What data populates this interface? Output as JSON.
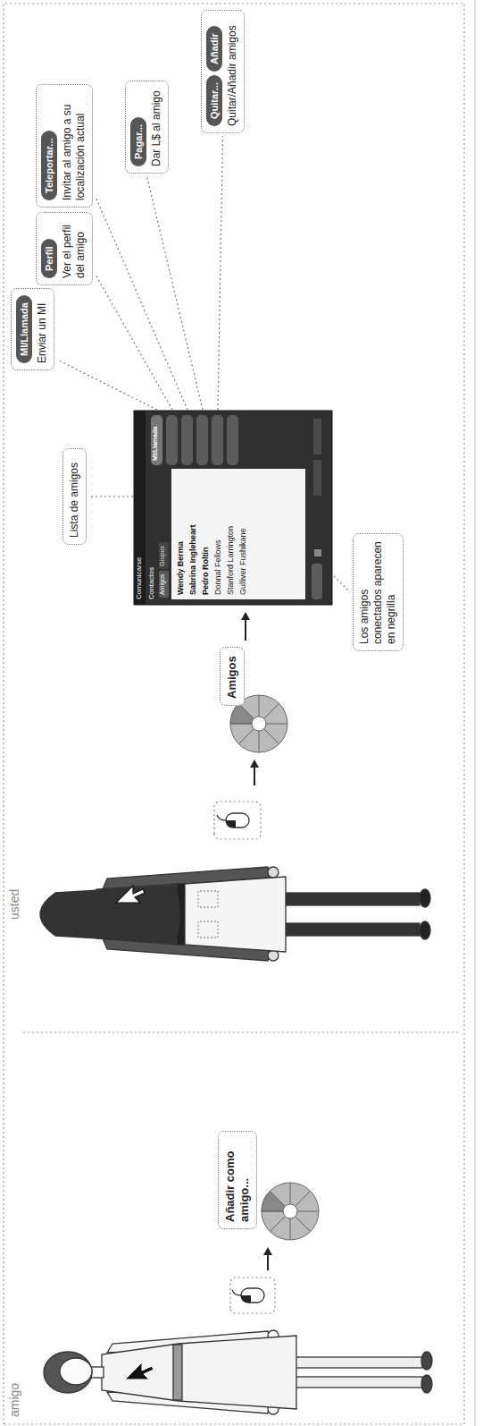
{
  "diagram": {
    "nodes": [
      {
        "text": [
          "Añadir como amigo..."
        ]
      },
      {
        "text": [
          "Amigos"
        ]
      },
      {
        "text": [
          "Lista de amigos"
        ]
      },
      {
        "text": [
          "Los amigos conectados aparecen en negrilla"
        ]
      },
      {
        "text": [
          "Enviar un MI"
        ]
      },
      {
        "text": [
          "MI/Llamada"
        ],
        "in": 4
      },
      {
        "text": [
          "Ver el perfil del amigo"
        ]
      },
      {
        "text": [
          "Perfil"
        ],
        "in": 6
      },
      {
        "text": [
          "Invitar al amigo a su localización actual"
        ]
      },
      {
        "text": [
          "Teleportar..."
        ],
        "in": 8
      },
      {
        "text": [
          "Dar L$ al amigo"
        ]
      },
      {
        "text": [
          "Pagar..."
        ],
        "in": 10
      },
      {
        "text": [
          "Quitar/Añadir amigos"
        ]
      },
      {
        "text": [
          "Quitar..."
        ],
        "in": 12
      },
      {
        "text": [
          "Añadir"
        ],
        "in": 12
      }
    ],
    "labels": [
      "amigo",
      "usted",
      "Comunicarse",
      "Contactos",
      "Amigos",
      "Grupos",
      "Wendy Berma",
      "Sabrina Ingleheart",
      "Pedro Roltin",
      "Donnal Fellows",
      "Stanford Larrington",
      "Gulliver Fushikane",
      "MI/Llamada"
    ]
  }
}
